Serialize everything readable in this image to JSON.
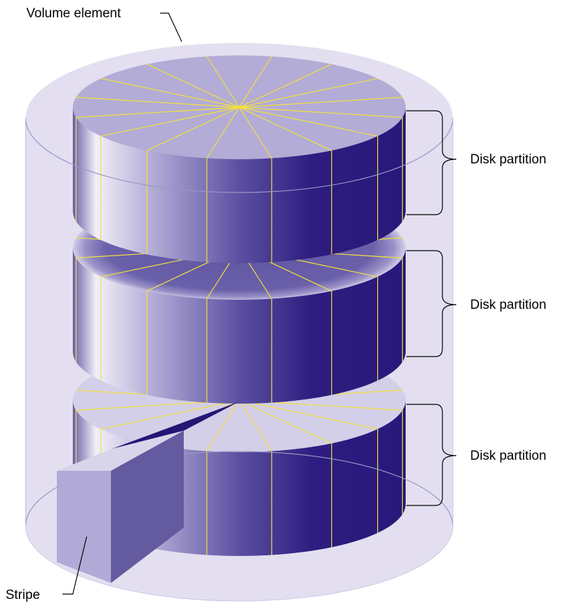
{
  "labels": {
    "volume_element": "Volume element",
    "disk_partitions": [
      "Disk partition",
      "Disk partition",
      "Disk partition"
    ],
    "stripe": "Stripe"
  },
  "colors": {
    "volume_fill": "#e3dff0",
    "volume_outline": "#a7a0cc",
    "disk_top": "#b3acd6",
    "disk_side_light": "#f1f0f8",
    "disk_side_dark": "#27187a",
    "stripe_lines": "#f5e23a",
    "stripe_block_front": "#b1aad6",
    "stripe_block_side": "#645a9f",
    "stripe_block_top": "#d8d4ea",
    "leader_lines": "#000000"
  },
  "disks": {
    "count": 3,
    "stripe_segments_per_disk": 16
  }
}
